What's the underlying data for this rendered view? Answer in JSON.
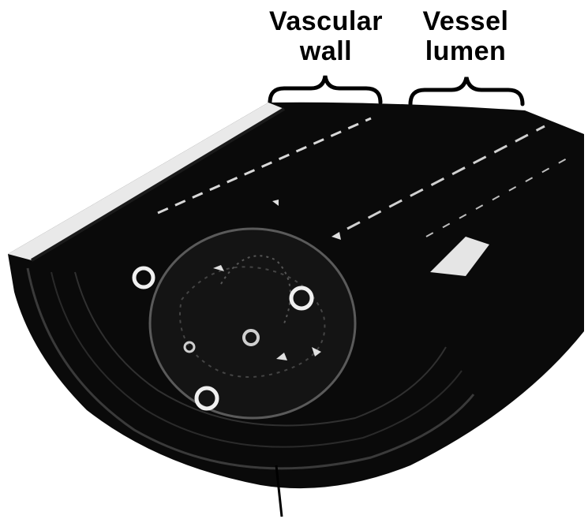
{
  "labels": {
    "vascular_wall_line1": "Vascular",
    "vascular_wall_line2": "wall",
    "vessel_lumen_line1": "Vessel",
    "vessel_lumen_line2": "lumen"
  },
  "colors": {
    "background": "#ffffff",
    "tissue": "#0a0a0a",
    "highlight": "#f2f2f2",
    "text": "#000000"
  }
}
